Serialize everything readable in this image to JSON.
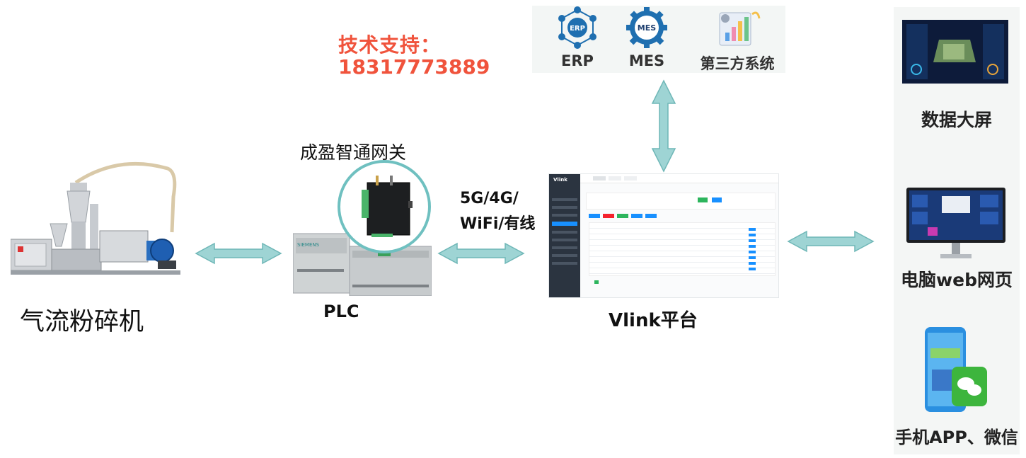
{
  "support": {
    "label": "技术支持：",
    "phone": "18317773889"
  },
  "systems": [
    {
      "icon": "erp-network-icon",
      "label": "ERP",
      "badge": "ERP"
    },
    {
      "icon": "mes-gear-icon",
      "label": "MES",
      "badge": "MES"
    },
    {
      "icon": "chart-document-icon",
      "label": "第三方系统"
    }
  ],
  "machine": {
    "label": "气流粉碎机",
    "icon": "jet-mill-machine-image"
  },
  "plc": {
    "label": "PLC",
    "icon": "siemens-plc-image"
  },
  "gateway": {
    "label": "成盈智通网关",
    "icon": "gateway-device-image"
  },
  "network": {
    "line1": "5G/4G/",
    "line2": "WiFi/有线"
  },
  "platform": {
    "label": "Vlink平台",
    "brand": "Vlink",
    "icon": "platform-dashboard-screenshot"
  },
  "outputs": [
    {
      "icon": "data-big-screen-image",
      "label": "数据大屏"
    },
    {
      "icon": "desktop-monitor-image",
      "label": "电脑web网页"
    },
    {
      "icon": "phone-wechat-image",
      "label": "手机APP、微信"
    }
  ],
  "colors": {
    "arrow": "#9ed4d4",
    "arrow_stroke": "#6fb7b7",
    "support": "#f0533c",
    "circle": "#6fc0c0"
  }
}
